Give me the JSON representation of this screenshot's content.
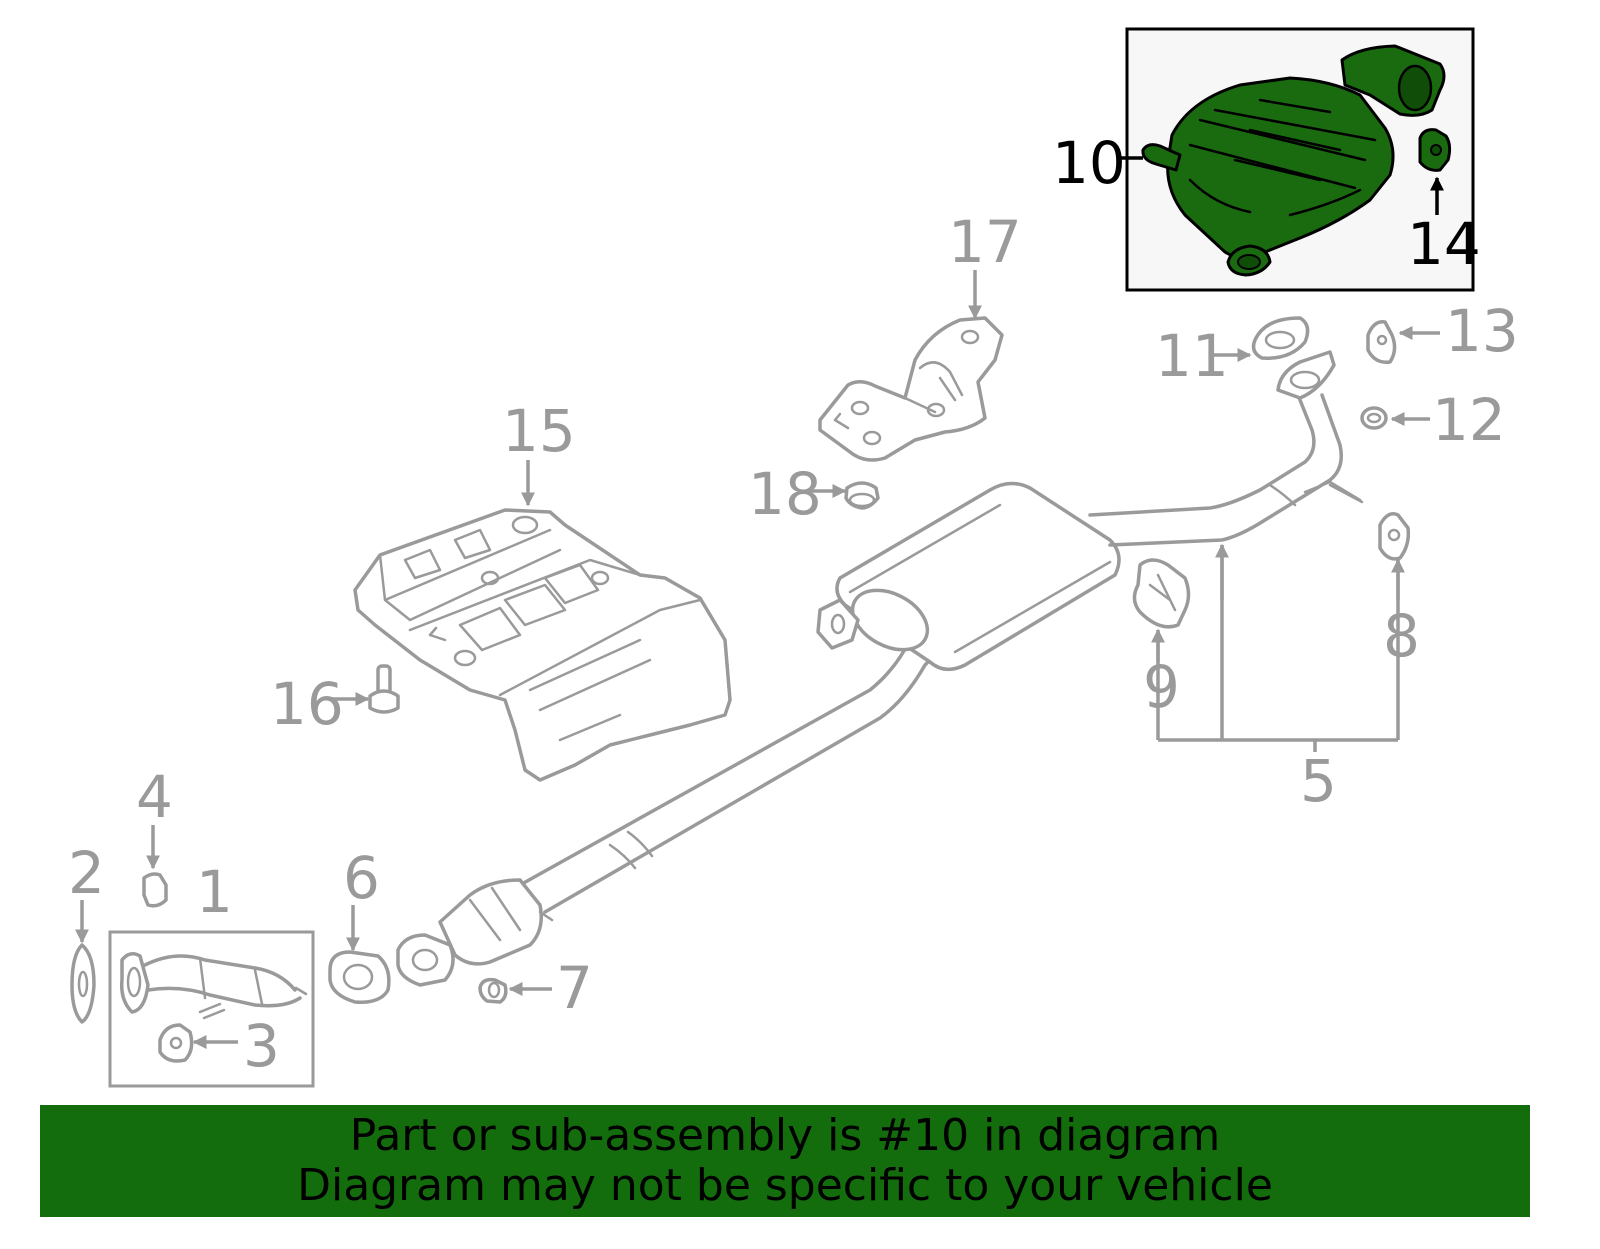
{
  "diagram": {
    "callouts": [
      "1",
      "2",
      "3",
      "4",
      "5",
      "6",
      "7",
      "8",
      "9",
      "10",
      "11",
      "12",
      "13",
      "14",
      "15",
      "16",
      "17",
      "18"
    ],
    "highlighted_part": "10",
    "colors": {
      "highlight_fill": "#1a6b10",
      "banner_background": "#136d0d",
      "line_gray": "#9a9a9a"
    }
  },
  "banner": {
    "line1": "Part or sub-assembly is #10 in diagram",
    "line2": "Diagram may not be specific to your vehicle"
  }
}
